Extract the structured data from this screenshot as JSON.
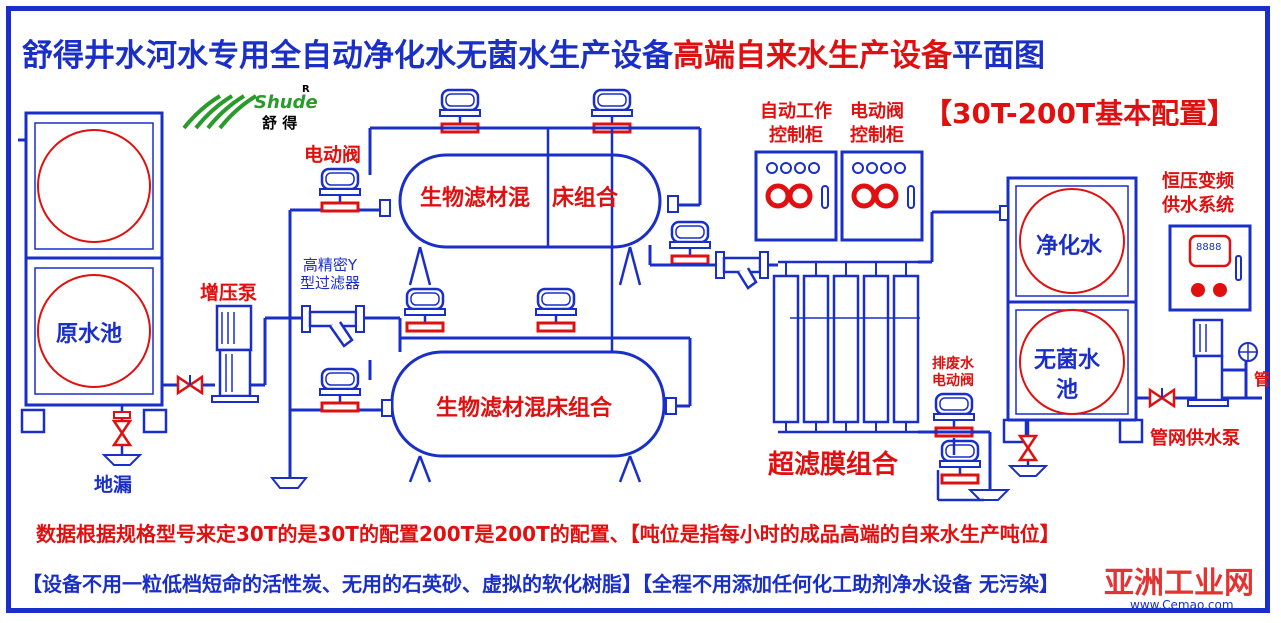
{
  "title": {
    "part1": "舒得井水河水专用全自动净化水无菌水生产设备",
    "part2": "高端自来水生产设备",
    "part3": "平面图"
  },
  "config_label": "【30T-200T基本配置】",
  "logo": {
    "brand_latin": "Shude",
    "brand_mark": "R",
    "brand_cn": "舒 得"
  },
  "labels": {
    "raw_tank": "原水池",
    "floor_drain": "地漏",
    "booster_pump": "增压泵",
    "motor_valve": "电动阀",
    "y_filter_line1": "高精密Y",
    "y_filter_line2": "型过滤器",
    "bio_bed_top_a": "生物滤材混",
    "bio_bed_top_b": "床组合",
    "bio_bed_bottom": "生物滤材混床组合",
    "auto_cabinet_line1": "自动工作",
    "auto_cabinet_line2": "控制柜",
    "valve_cabinet_line1": "电动阀",
    "valve_cabinet_line2": "控制柜",
    "uf_group": "超滤膜组合",
    "drain_valve_line1": "排废水",
    "drain_valve_line2": "电动阀",
    "pure_water": "净化水",
    "sterile_line1": "无菌水",
    "sterile_line2": "池",
    "const_pressure_line1": "恒压变频",
    "const_pressure_line2": "供水系统",
    "display_value": "8888",
    "network_pump": "管网供水泵",
    "pipe_edge": "管"
  },
  "notes": {
    "line1": "数据根据规格型号来定30T的是30T的配置200T是200T的配置、【吨位是指每小时的成品高端的自来水生产吨位】",
    "line2": "【设备不用一粒低档短命的活性炭、无用的石英砂、虚拟的软化树脂】【全程不用添加任何化工助剂净水设备 无污染】"
  },
  "watermark": {
    "main": "亚洲工业网",
    "url": "www.Cemao.com"
  },
  "colors": {
    "blue": "#1a2fc8",
    "red": "#e01010",
    "green": "#2a9a2a"
  }
}
